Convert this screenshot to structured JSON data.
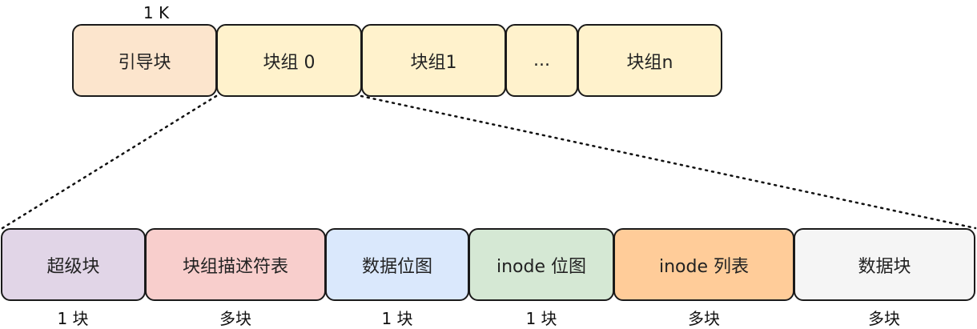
{
  "top_row": {
    "size_label": "1 K",
    "blocks": [
      {
        "label": "引导块",
        "color": "#fce5cd"
      },
      {
        "label": "块组 0",
        "color": "#fff2cc"
      },
      {
        "label": "块组1",
        "color": "#fff2cc"
      },
      {
        "label": "...",
        "color": "#fff2cc"
      },
      {
        "label": "块组n",
        "color": "#fff2cc"
      }
    ]
  },
  "bottom_row": {
    "blocks": [
      {
        "label": "超级块",
        "count": "1 块",
        "color": "#e1d5e7"
      },
      {
        "label": "块组描述符表",
        "count": "多块",
        "color": "#f8cecc"
      },
      {
        "label": "数据位图",
        "count": "1 块",
        "color": "#dae8fc"
      },
      {
        "label": "inode 位图",
        "count": "1 块",
        "color": "#d5e8d4"
      },
      {
        "label": "inode 列表",
        "count": "多块",
        "color": "#ffcc99"
      },
      {
        "label": "数据块",
        "count": "多块",
        "color": "#f5f5f5"
      }
    ]
  }
}
